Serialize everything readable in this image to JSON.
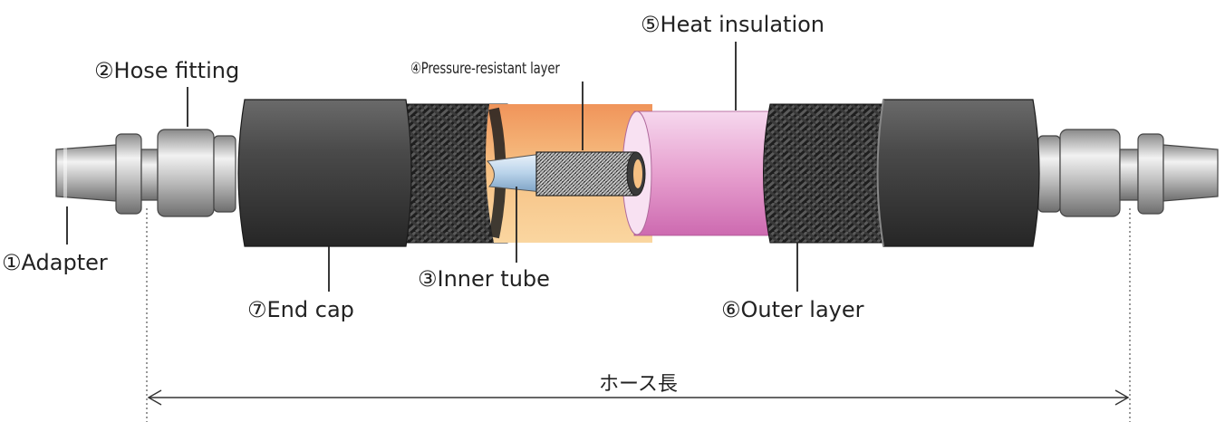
{
  "labels": {
    "adapter": "①Adapter",
    "hose_fitting": "②Hose fitting",
    "inner_tube": "③Inner tube",
    "pressure_layer": "④Pressure-resistant layer",
    "heat_insulation": "⑤Heat insulation",
    "outer_layer": "⑥Outer layer",
    "end_cap": "⑦End cap",
    "hose_length": "ホース長"
  },
  "colors": {
    "end_cap": "#3d3d3d",
    "braid": "#2a2a2a",
    "orange_section": "#f6c98a",
    "heat_insulation": "#e7a3cf",
    "inner_tube": "#b9d3e8",
    "metal": "#b8b8b8"
  }
}
